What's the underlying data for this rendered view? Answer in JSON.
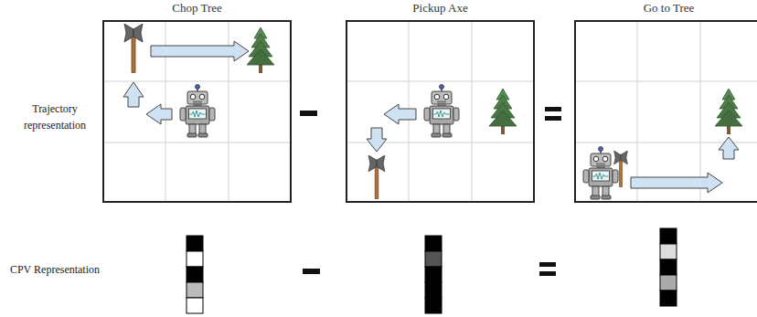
{
  "diagram": {
    "nodes": [
      {
        "text": [
          "Chop Tree"
        ]
      },
      {
        "text": [
          "Pickup Axe"
        ]
      },
      {
        "text": [
          "Go to Tree"
        ]
      }
    ],
    "labels": [
      "Trajectory representation",
      "CPV Representation"
    ]
  }
}
